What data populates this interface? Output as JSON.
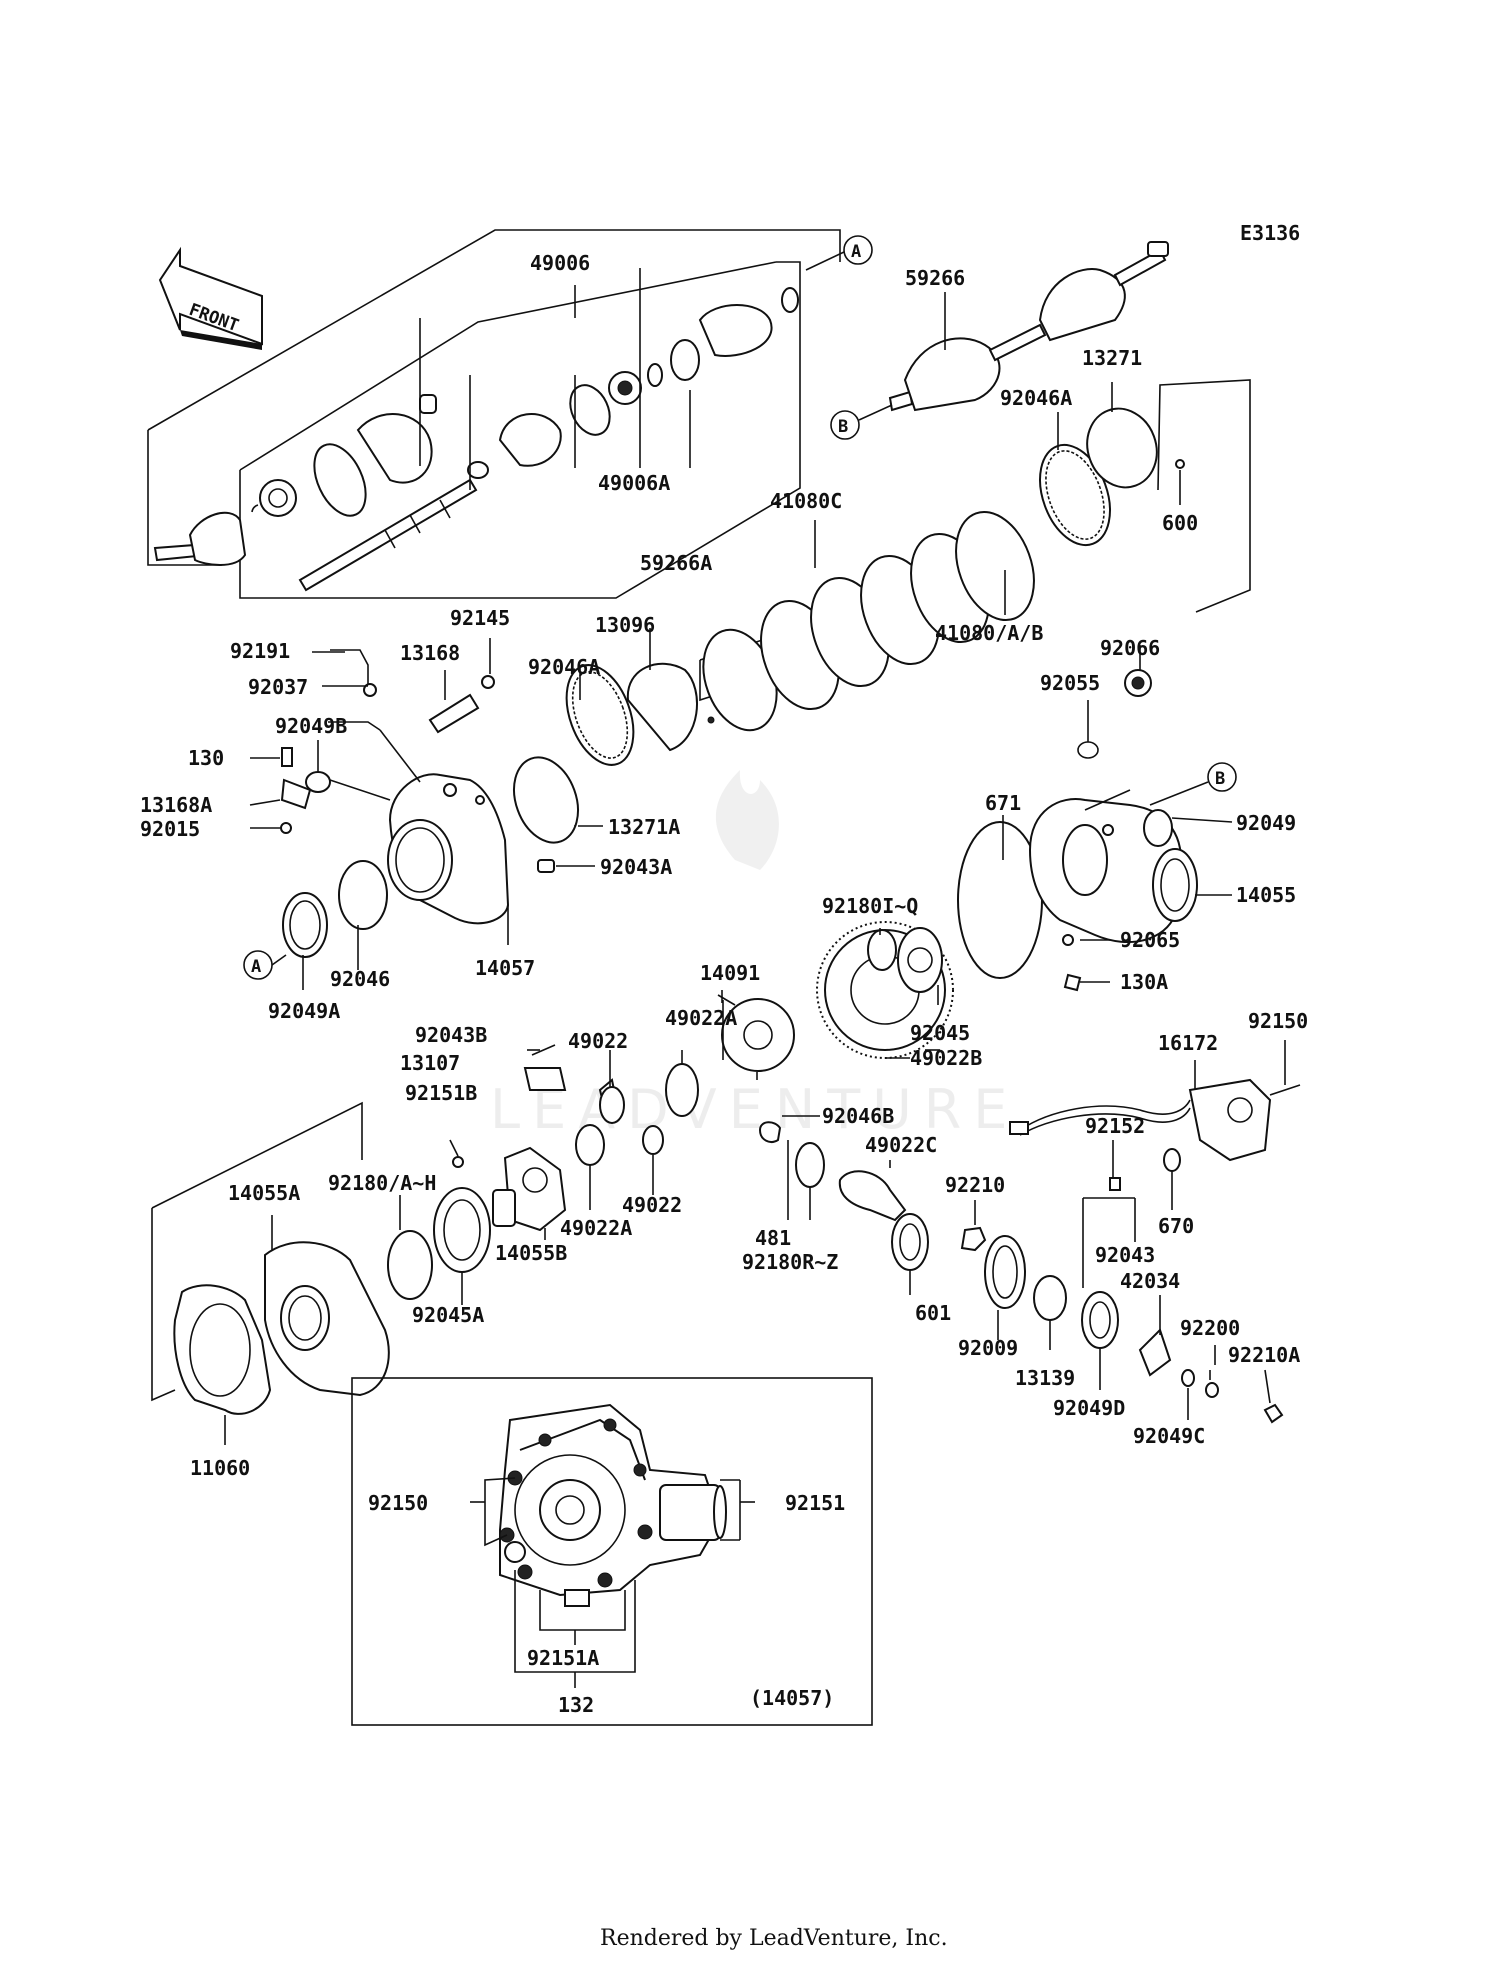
{
  "diagram": {
    "code": "E3136",
    "front_label": "FRONT",
    "inset_label": "(14057)",
    "watermark": "LEADVENTURE",
    "footer": "Rendered by LeadVenture, Inc.",
    "callouts": [
      "A",
      "B",
      "A",
      "B"
    ],
    "part_labels": [
      "49006",
      "59266",
      "13271",
      "92046A",
      "49006A",
      "59266A",
      "600",
      "41080C",
      "41080/A/B",
      "92145",
      "92191",
      "13168",
      "92046A",
      "13096",
      "92037",
      "92049B",
      "130",
      "13168A",
      "92015",
      "13271A",
      "92043A",
      "92066",
      "92055",
      "92049",
      "671",
      "14055",
      "92065",
      "130A",
      "92046",
      "92049A",
      "14057",
      "14091",
      "49022A",
      "92180I~Q",
      "92045",
      "49022B",
      "92043B",
      "49022",
      "13107",
      "92151B",
      "16172",
      "92150",
      "92046B",
      "49022C",
      "14055A",
      "92180/A~H",
      "49022A",
      "49022",
      "481",
      "92180R~Z",
      "92210",
      "92152",
      "670",
      "14055B",
      "92045A",
      "92043",
      "42034",
      "601",
      "92009",
      "13139",
      "92200",
      "92210A",
      "92049D",
      "92049C",
      "11060",
      "92150",
      "92151",
      "92151A",
      "132"
    ]
  }
}
